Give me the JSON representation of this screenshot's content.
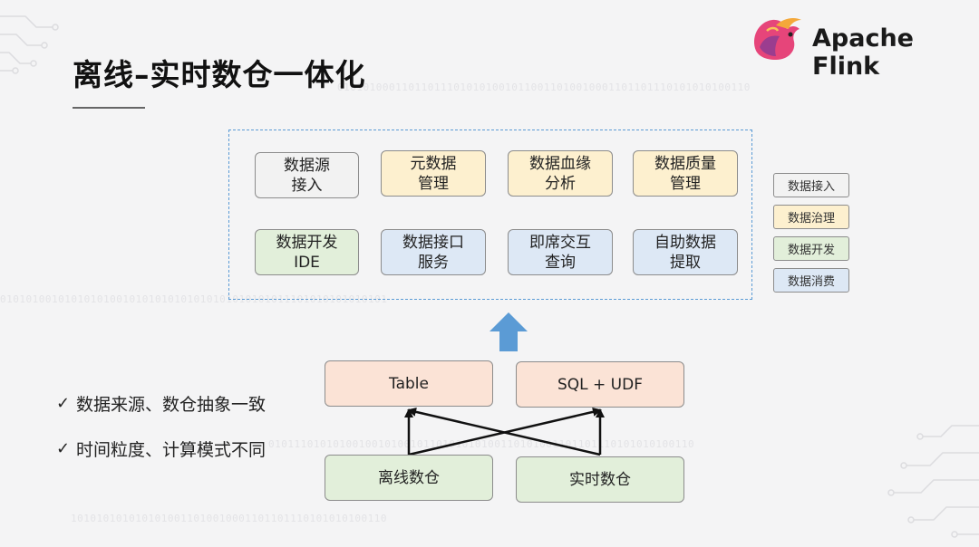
{
  "slide": {
    "title": "离线–实时数仓一体化",
    "logo_text": "Apache Flink"
  },
  "background_binary": [
    "0101010001101101110101010010110011010010001101101110101010100110",
    "010101001010101010010101010101010101010101011101010101010101",
    "010111010101001001010010110101010100110101001101101110101010100110",
    "1010101010101010011010010001101101110101010100110"
  ],
  "platform_modules": [
    {
      "label": "数据源\n接入",
      "category": "access"
    },
    {
      "label": "元数据\n管理",
      "category": "governance"
    },
    {
      "label": "数据血缘\n分析",
      "category": "governance"
    },
    {
      "label": "数据质量\n管理",
      "category": "governance"
    },
    {
      "label": "数据开发\nIDE",
      "category": "development"
    },
    {
      "label": "数据接口\n服务",
      "category": "consumption"
    },
    {
      "label": "即席交互\n查询",
      "category": "consumption"
    },
    {
      "label": "自助数据\n提取",
      "category": "consumption"
    }
  ],
  "legend": [
    {
      "label": "数据接入",
      "color": "#f2f2f2"
    },
    {
      "label": "数据治理",
      "color": "#fdf0cf"
    },
    {
      "label": "数据开发",
      "color": "#e2efda"
    },
    {
      "label": "数据消费",
      "color": "#dde8f5"
    }
  ],
  "apis": [
    "Table",
    "SQL + UDF"
  ],
  "warehouses": [
    "离线数仓",
    "实时数仓"
  ],
  "bullets": [
    "数据来源、数仓抽象一致",
    "时间粒度、计算模式不同"
  ],
  "colors": {
    "frame": "#5b9bd5",
    "up_arrow": "#5b9bd5",
    "api_box": "#fbe3d6",
    "warehouse_box": "#e2efda"
  }
}
